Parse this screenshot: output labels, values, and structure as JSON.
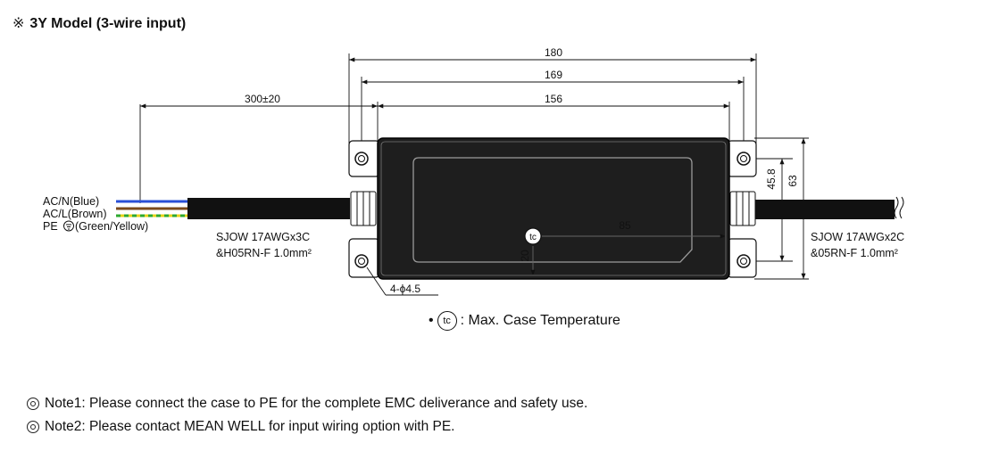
{
  "heading": {
    "symbol": "※",
    "title": "3Y Model (3-wire input)"
  },
  "dimensions": {
    "overall_length": "180",
    "mount_hole_spacing": "169",
    "case_length": "156",
    "input_cable_length": "300±20",
    "tc_distance_x": "85",
    "tc_distance_y": "20",
    "hole_spacing_height": "45.8",
    "case_height": "63",
    "mount_holes": "4-ϕ4.5"
  },
  "wires": {
    "neutral": "AC/N(Blue)",
    "line": "AC/L(Brown)",
    "earth_prefix": "PE",
    "earth_suffix": "(Green/Yellow)"
  },
  "cables": {
    "input_line1": "SJOW 17AWGx3C",
    "input_line2": "&H05RN-F 1.0mm²",
    "output_line1": "SJOW 17AWGx2C",
    "output_line2": "&05RN-F 1.0mm²"
  },
  "tc_symbol": "tc",
  "legend": {
    "bullet": "•",
    "symbol": "tc",
    "text": ": Max. Case Temperature"
  },
  "notes": [
    "Note1: Please connect the case to PE for the complete EMC deliverance and safety use.",
    "Note2: Please contact MEAN WELL for input wiring option with PE."
  ],
  "colors": {
    "wire_blue": "#2a4fd6",
    "wire_brown": "#7a4a1c",
    "wire_green": "#2ea82e",
    "wire_yellow": "#e6d21a",
    "case_fill": "#1e1e1e"
  }
}
